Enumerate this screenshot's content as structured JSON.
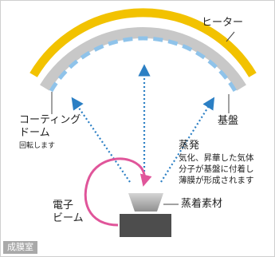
{
  "labels": {
    "heater": "ヒーター",
    "coating_dome_line1": "コーティング",
    "coating_dome_line2": "ドーム",
    "coating_dome_note": "回転します",
    "substrate": "基盤",
    "evaporation_title": "蒸発",
    "evaporation_line1": "気化、昇華した気体",
    "evaporation_line2": "分子が基盤に付着し",
    "evaporation_line3": "薄膜が形成されます",
    "electron_beam_line1": "電子",
    "electron_beam_line2": "ビーム",
    "deposition_material": "蒸着素材",
    "chamber": "成膜室"
  },
  "colors": {
    "heater": "#f2c200",
    "dome": "#c8c8c8",
    "substrate_segments": "#8fc3ea",
    "evaporation_arrows": "#2b7fc4",
    "electron_beam": "#e0559a",
    "crucible": "#4d4d4d",
    "material": "#aaaaaa",
    "border": "#cfcfcf",
    "chamber_bg": "#a9a9a9"
  }
}
